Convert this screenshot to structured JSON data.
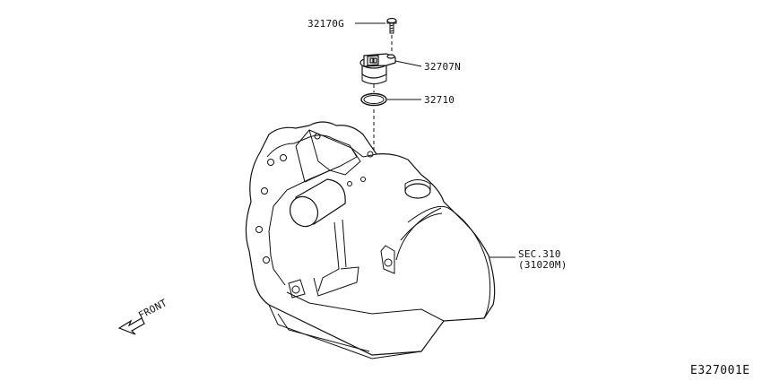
{
  "parts": [
    {
      "part_number": "32170G",
      "name": "bolt"
    },
    {
      "part_number": "32707N",
      "name": "speed-sensor"
    },
    {
      "part_number": "32710",
      "name": "o-ring"
    }
  ],
  "section_ref": {
    "line1": "SEC.310",
    "line2": "(31020M)"
  },
  "direction": {
    "label": "FRONT"
  },
  "diagram_code": "E327001E"
}
